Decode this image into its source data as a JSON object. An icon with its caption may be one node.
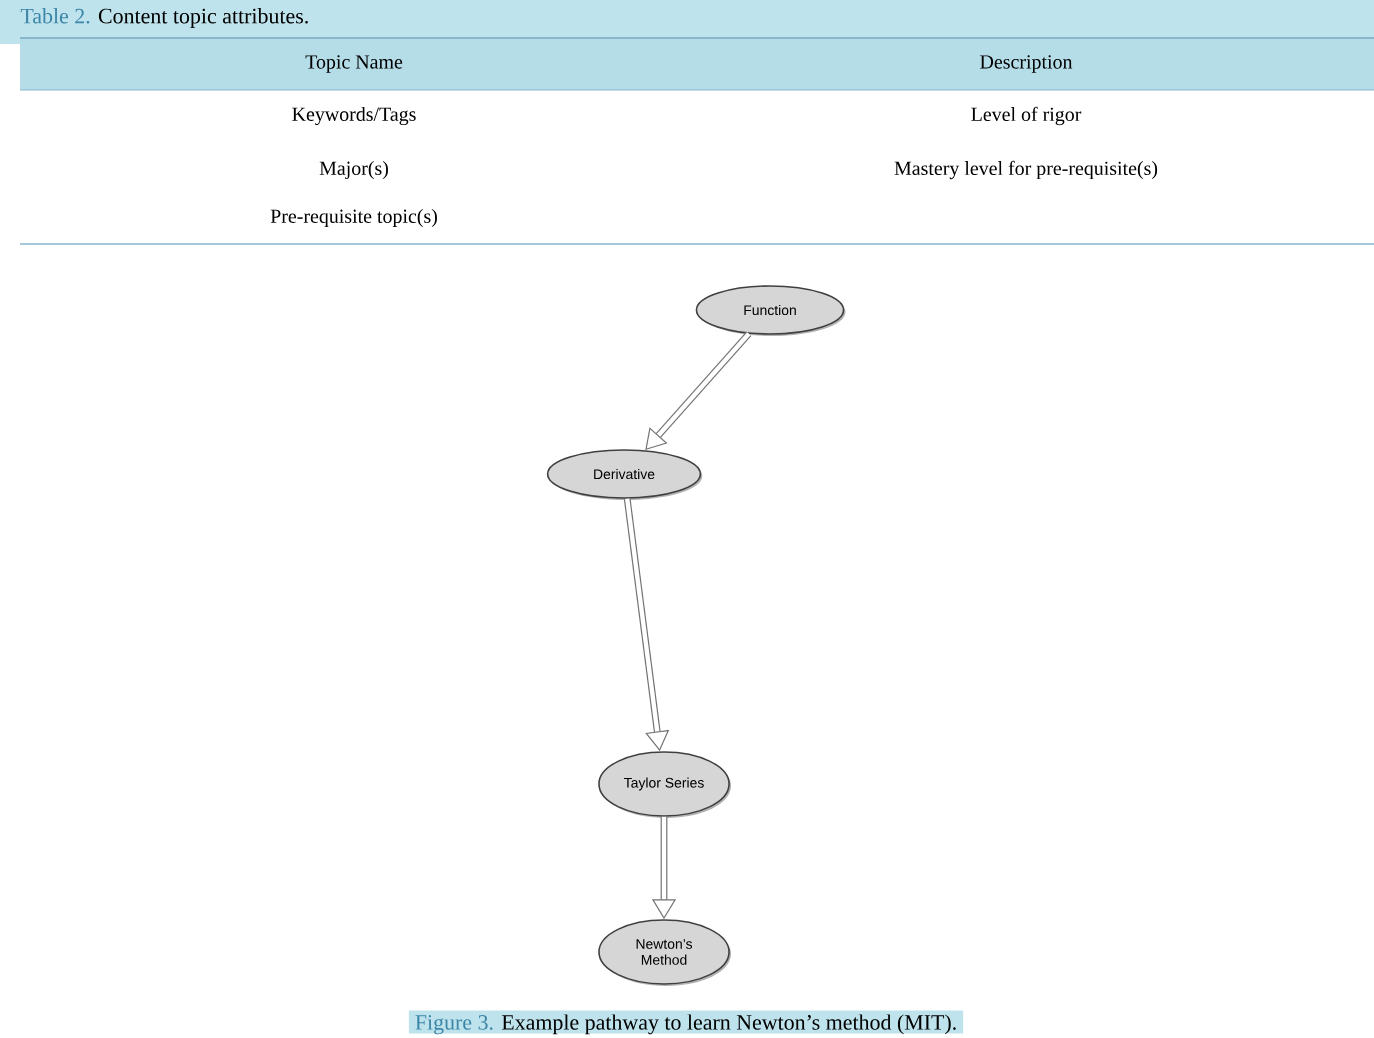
{
  "diagram": {
    "nodes": [
      {
        "text": [
          "Function"
        ]
      },
      {
        "text": [
          "Derivative"
        ]
      },
      {
        "text": [
          "Taylor Series"
        ]
      },
      {
        "text": [
          "Newton’s Method"
        ]
      }
    ],
    "edges": [
      {
        "from": 0,
        "to": 1,
        "arrow": "to"
      },
      {
        "from": 1,
        "to": 2,
        "arrow": "to"
      },
      {
        "from": 2,
        "to": 3,
        "arrow": "to"
      }
    ],
    "labels": [
      "Table 2.",
      "Content topic attributes.",
      "Topic Name",
      "Description",
      "Keywords/Tags",
      "Level of rigor",
      "Major(s)",
      "Mastery level for pre-requisite(s)",
      "Pre-requisite topic(s)",
      "Figure 3.",
      "Example pathway to learn Newton’s method (MIT)."
    ]
  }
}
